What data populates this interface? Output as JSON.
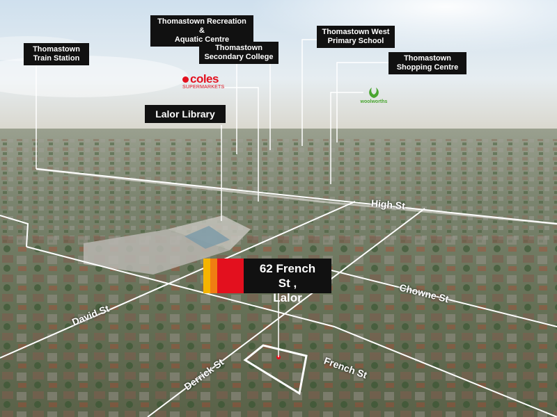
{
  "landmarks": {
    "train_station": [
      "Thomastown",
      "Train Station"
    ],
    "recreation_centre": [
      "Thomastown Recreation &",
      "Aquatic Centre"
    ],
    "secondary_college": [
      "Thomastown",
      "Secondary College"
    ],
    "west_primary": [
      "Thomastown West",
      "Primary School"
    ],
    "shopping_centre": [
      "Thomastown",
      "Shopping Centre"
    ],
    "lalor_library": "Lalor Library"
  },
  "brands": {
    "coles_name": "coles",
    "coles_sub": "SUPERMARKETS",
    "woolworths_name": "woolworths"
  },
  "property": {
    "address_line1": "62 French St ,",
    "address_line2": "Lalor",
    "stripe_colors": [
      "#f5b400",
      "#f07d12",
      "#e3101e",
      "#e3101e"
    ]
  },
  "roads": {
    "high_st": "High St",
    "chowne_st": "Chowne St",
    "david_st": "David St",
    "french_st": "French St",
    "derrick_st": "Derrick St"
  },
  "colors": {
    "label_bg": "#111111",
    "label_text": "#ffffff",
    "coles_red": "#e3101e",
    "woolworths_green": "#4aa631"
  }
}
